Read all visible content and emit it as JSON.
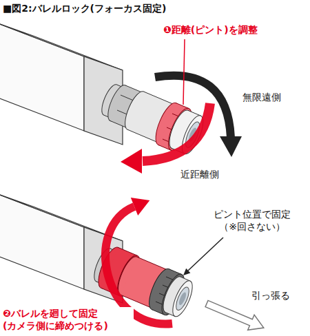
{
  "diagram": {
    "title": "■図2:バレルロック(フォーカス固定)",
    "labels": [
      "❶距離(ピント)を調整",
      "無限遠側",
      "近距離側",
      "ピント位置で固定 （※回さない）",
      "引っ張る",
      "❷バレルを廻して固定 (カメラ側に締めつける)"
    ]
  }
}
